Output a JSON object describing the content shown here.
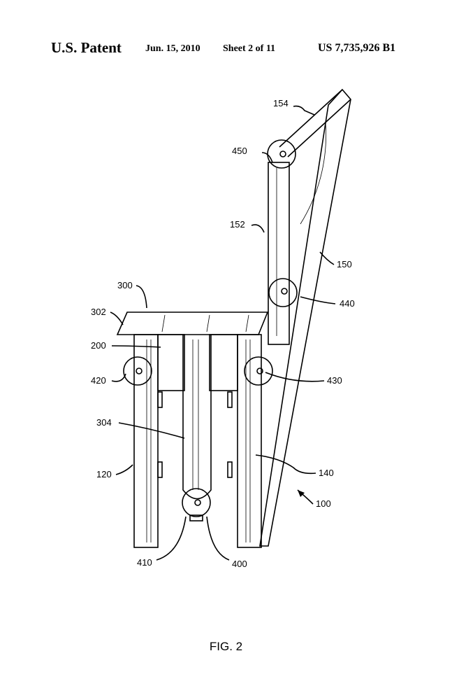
{
  "header": {
    "left": "U.S. Patent",
    "date": "Jun. 15, 2010",
    "sheet": "Sheet 2 of 11",
    "number": "US 7,735,926 B1"
  },
  "figure": {
    "caption": "FIG. 2",
    "refs": {
      "r154": "154",
      "r450": "450",
      "r152": "152",
      "r150": "150",
      "r440": "440",
      "r300": "300",
      "r302": "302",
      "r200": "200",
      "r420": "420",
      "r430": "430",
      "r304": "304",
      "r120": "120",
      "r140": "140",
      "r100": "100",
      "r410": "410",
      "r400": "400"
    }
  }
}
